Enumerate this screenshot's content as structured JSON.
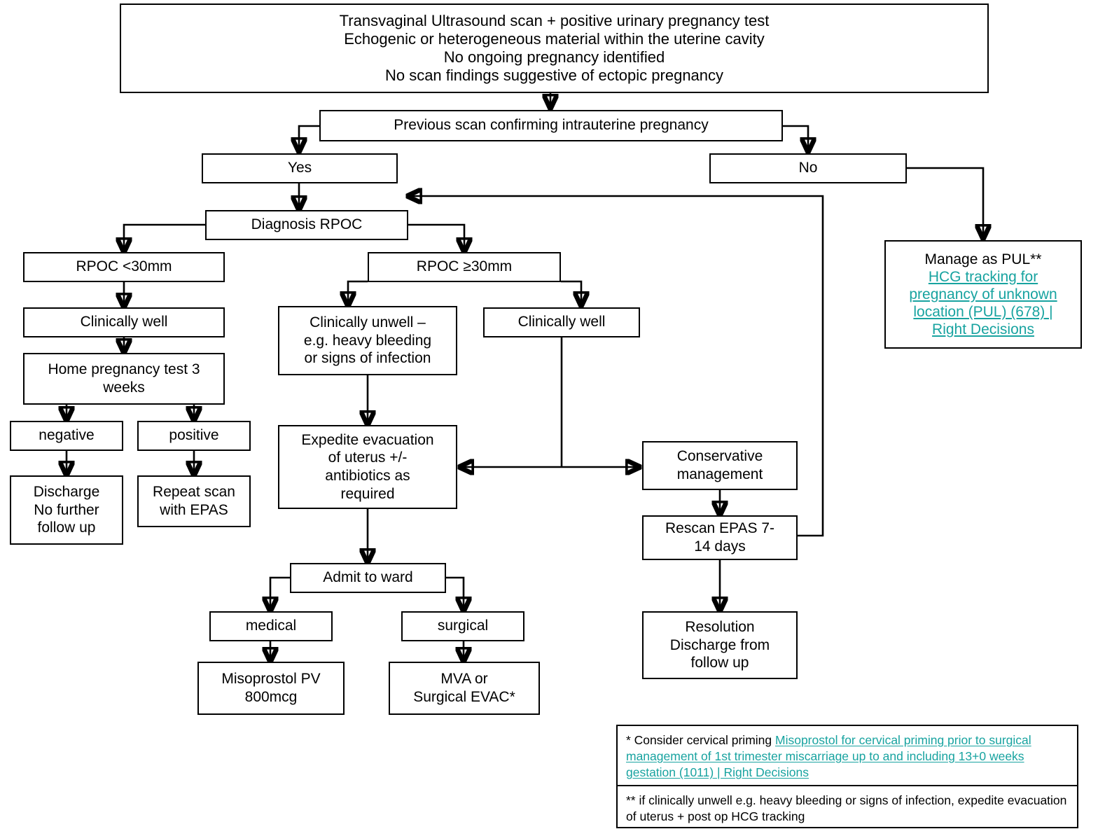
{
  "title": "RPOC management flowchart",
  "colors": {
    "link": "#18a3a0",
    "line": "#000000",
    "background": "#ffffff"
  },
  "nodes": {
    "entry": "Transvaginal Ultrasound scan + positive urinary pregnancy test\nEchogenic or heterogeneous material within the uterine cavity\nNo ongoing pregnancy identified\nNo scan findings suggestive of ectopic pregnancy",
    "previous_scan": "Previous scan confirming intrauterine pregnancy",
    "yes": "Yes",
    "no": "No",
    "diagnosis_rpoc": "Diagnosis RPOC",
    "rpoc_lt30": "RPOC <30mm",
    "rpoc_ge30": "RPOC ≥30mm",
    "clinically_well_left": "Clinically well",
    "home_pregnancy_test": "Home pregnancy test 3 weeks",
    "negative": "negative",
    "positive": "positive",
    "discharge": "Discharge\nNo further\nfollow up",
    "repeat_scan": "Repeat scan\nwith EPAS",
    "clinically_unwell": "Clinically unwell –\ne.g. heavy bleeding\nor signs of infection",
    "clinically_well_right": "Clinically well",
    "expedite_evacuation": "Expedite evacuation\nof uterus +/-\nantibiotics as\nrequired",
    "admit_to_ward": "Admit to ward",
    "medical": "medical",
    "surgical": "surgical",
    "misoprostol": "Misoprostol PV\n800mcg",
    "mva": "MVA or\nSurgical EVAC*",
    "conservative_management": "Conservative\nmanagement",
    "rescan_epas": "Rescan EPAS 7-\n14 days",
    "resolution": "Resolution\nDischarge from\nfollow up"
  },
  "manage_pul": {
    "heading": "Manage as PUL**",
    "link_lines": [
      "HCG tracking for",
      "pregnancy of unknown",
      "location (PUL) (678) |",
      "Right Decisions"
    ]
  },
  "footnotes": {
    "first_prefix": "* Consider cervical priming ",
    "first_link": "Misoprostol for cervical priming prior to surgical management of 1st trimester miscarriage up to and including 13+0 weeks gestation (1011) | Right Decisions",
    "second": "** if clinically unwell e.g. heavy bleeding or signs of infection, expedite evacuation of uterus + post op HCG tracking"
  }
}
